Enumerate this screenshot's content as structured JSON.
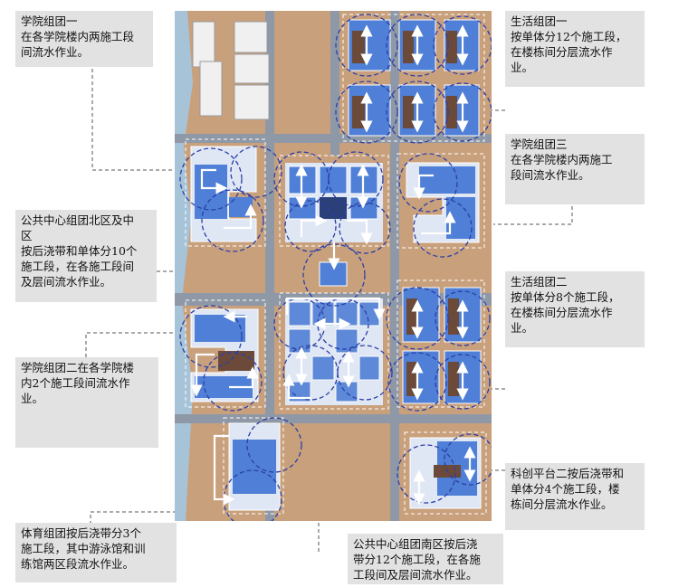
{
  "annotations": {
    "academic_cluster_1": "学院组团一\n在各学院楼内两施工段\n间流水作业。",
    "living_cluster_1": "生活组团一\n按单体分12个施工段，\n在楼栋间分层流水作\n业。",
    "academic_cluster_3": "学院组团三\n在各学院楼内两施工\n段间流水作业。",
    "public_center_north": "公共中心组团北区及中\n区\n按后浇带和单体分10个\n施工段，在各施工段间\n及层间流水作业。",
    "living_cluster_2": "生活组团二\n按单体分8个施工段，\n在楼栋间分层流水作\n业。",
    "academic_cluster_2": "学院组团二在各学院楼\n内2个施工段间流水作\n业。",
    "innovation_platform_2": "科创平台二按后浇带和\n单体分4个施工段，楼\n栋间分层流水作业。",
    "sports_cluster": "体育组团按后浇带分3个\n施工段，其中游泳馆和训\n练馆两区段流水作业。",
    "public_center_south": "公共中心组团南区按后浇\n带分12个施工段，在各施\n工段间及层间流水作业。"
  },
  "colors": {
    "ground": "#c9a07c",
    "road": "#8f98a6",
    "building_blue": "#4f7fd6",
    "building_light": "#dfe6f4",
    "building_brown": "#6b4a3a",
    "circle_dash": "#2a3fa8",
    "water": "#a7c3d8",
    "callout_bg": "#e2e2e2"
  },
  "icons": [
    "double-arrow-icon",
    "flow-arrow-icon",
    "tower-crane-circle-icon"
  ]
}
